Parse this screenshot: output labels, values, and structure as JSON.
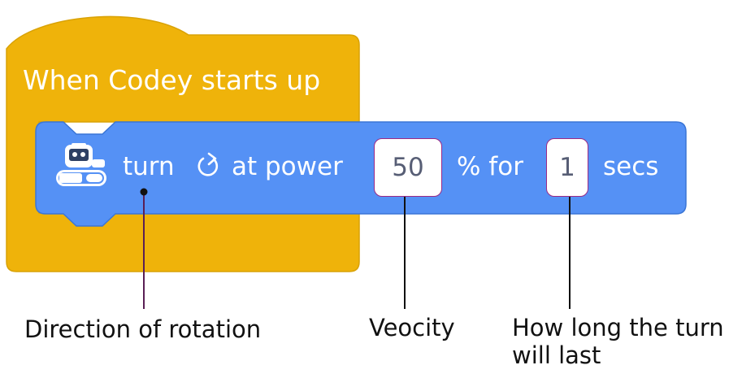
{
  "hat_block": {
    "label": "When Codey starts up",
    "color": "#efb30a",
    "border_color": "#d9a206"
  },
  "command_block": {
    "color": "#5591f5",
    "border_color": "#3b76d6",
    "word_turn": "turn",
    "rotation_icon": "clockwise-rotate-icon",
    "word_at_power": "at power",
    "power_value": "50",
    "word_percent_for": "% for",
    "duration_value": "1",
    "word_secs": "secs",
    "icon": "codey-robot-icon",
    "slot_border_color": "#9c2a86"
  },
  "annotations": {
    "direction": "Direction of rotation",
    "velocity": "Veocity",
    "duration_line1": "How long the turn",
    "duration_line2": "will last",
    "line_color": "#5a1f55"
  }
}
